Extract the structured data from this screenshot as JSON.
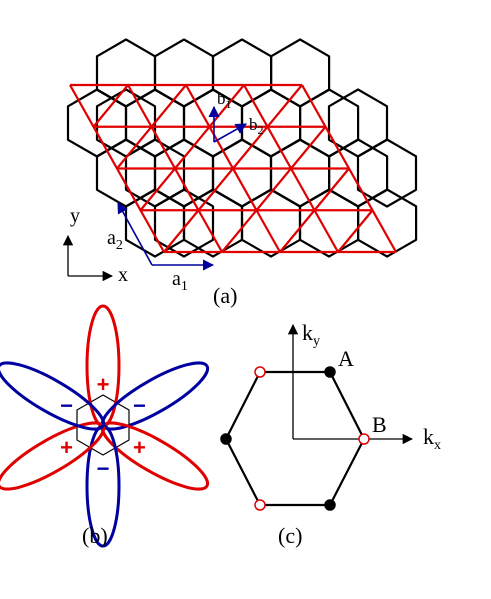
{
  "panel_a": {
    "label": "(a)",
    "vectors": {
      "a1": {
        "base": "a",
        "sub": "1"
      },
      "a2": {
        "base": "a",
        "sub": "2"
      },
      "b1": {
        "base": "b",
        "sub": "1"
      },
      "b2": {
        "base": "b",
        "sub": "2"
      }
    },
    "axes": {
      "x": "x",
      "y": "y"
    },
    "colors": {
      "honeycomb": "#000000",
      "triangular": "#e00000",
      "vectors": "#00009a"
    }
  },
  "panel_b": {
    "label": "(b)",
    "lobes": [
      {
        "color": "#e00000",
        "sign": "+"
      },
      {
        "color": "#0000a0",
        "sign": "−"
      },
      {
        "color": "#e00000",
        "sign": "+"
      },
      {
        "color": "#0000a0",
        "sign": "−"
      },
      {
        "color": "#e00000",
        "sign": "+"
      },
      {
        "color": "#0000a0",
        "sign": "−"
      }
    ]
  },
  "panel_c": {
    "label": "(c)",
    "axes": {
      "kx": {
        "base": "k",
        "sub": "x"
      },
      "ky": {
        "base": "k",
        "sub": "y"
      }
    },
    "points": {
      "A": "A",
      "B": "B"
    },
    "colors": {
      "filled": "#000000",
      "open": "#e00000"
    }
  }
}
